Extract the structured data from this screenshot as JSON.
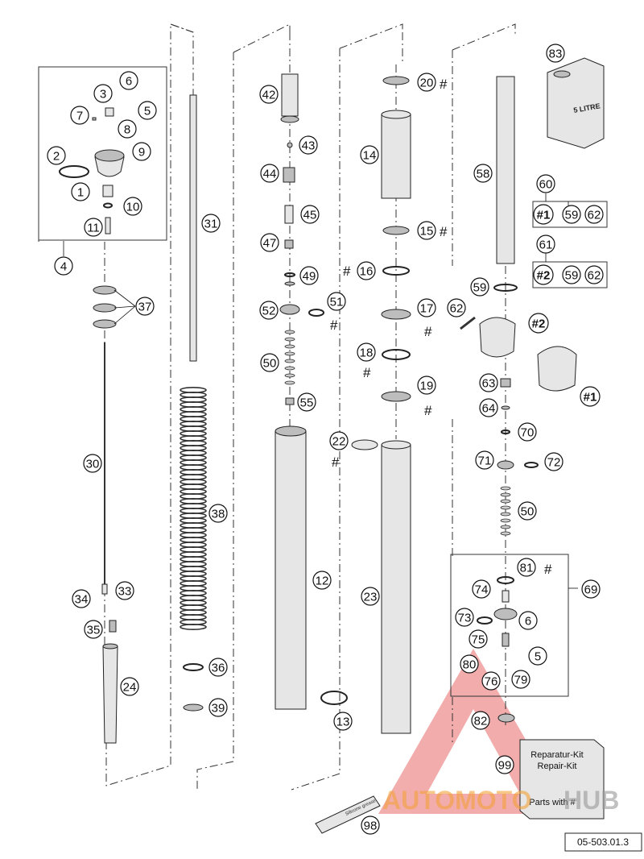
{
  "diagram_number": "05-503.01.3",
  "watermark": {
    "brand_prefix": "AUTOMOTO",
    "brand_suffix": "HUB",
    "color": "#e03a3a"
  },
  "oil_can": {
    "label": "5 LITRE"
  },
  "kit_box": {
    "line1": "Reparatur-Kit",
    "line2": "Repair-Kit",
    "line3": "Parts with",
    "hash": "#"
  },
  "grease_tube_label": "Silicone grease",
  "kit_refs": {
    "k1": "#1",
    "k2": "#2"
  },
  "hash_mark": "#",
  "callouts": [
    "1",
    "2",
    "3",
    "4",
    "5",
    "6",
    "7",
    "8",
    "9",
    "10",
    "11",
    "12",
    "13",
    "14",
    "15",
    "16",
    "17",
    "18",
    "19",
    "20",
    "22",
    "23",
    "24",
    "30",
    "31",
    "33",
    "34",
    "35",
    "36",
    "37",
    "38",
    "39",
    "42",
    "43",
    "44",
    "45",
    "47",
    "49",
    "50",
    "51",
    "52",
    "55",
    "58",
    "59",
    "60",
    "61",
    "62",
    "63",
    "64",
    "69",
    "70",
    "71",
    "72",
    "73",
    "74",
    "75",
    "76",
    "79",
    "80",
    "81",
    "82",
    "83",
    "98",
    "99"
  ]
}
